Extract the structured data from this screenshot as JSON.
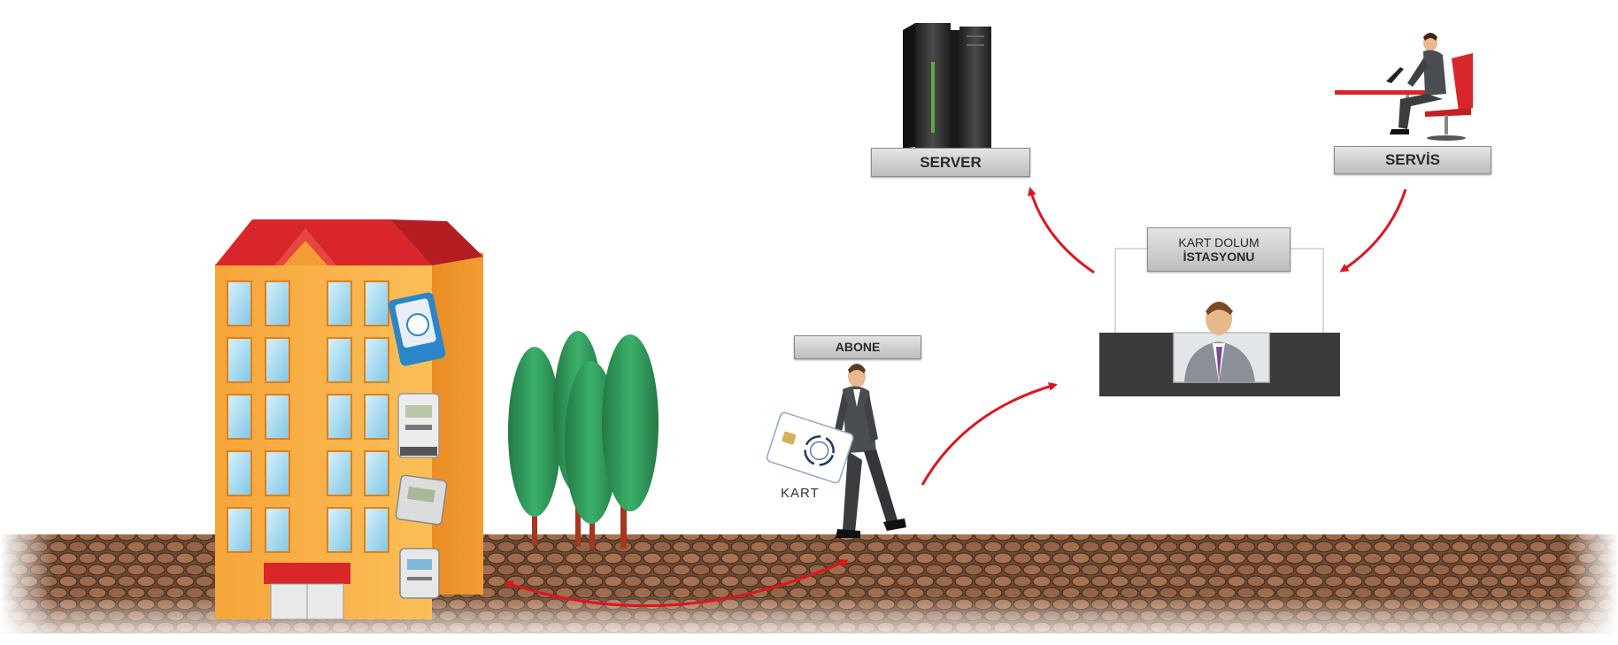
{
  "labels": {
    "server": "SERVER",
    "servis": "SERVİS",
    "kart_dolum_line1": "KART DOLUM",
    "kart_dolum_line2": "İSTASYONU",
    "abone": "ABONE",
    "kart": "KART"
  },
  "colors": {
    "arrow": "#e0151b",
    "building_wall": "#f7a83a",
    "building_roof": "#d8262b",
    "tree": "#2e9b5a",
    "soil": "#8b5a3c",
    "desk": "#3b3b3b",
    "server": "#2b2b2b"
  },
  "icons": [
    "apartment-building-icon",
    "water-meter-icon",
    "electric-meter-icon",
    "gas-meter-icon",
    "tree-icon",
    "businessman-icon",
    "smart-card-icon",
    "server-rack-icon",
    "office-worker-icon",
    "service-desk-icon"
  ]
}
